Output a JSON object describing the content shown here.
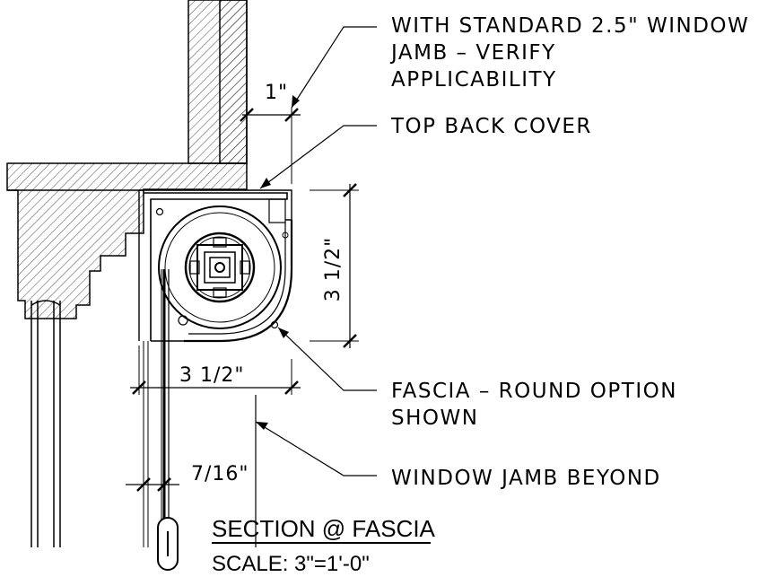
{
  "notes": {
    "window_jamb_line1": "WITH STANDARD 2.5\" WINDOW",
    "window_jamb_line2": "JAMB – VERIFY",
    "window_jamb_line3": "APPLICABILITY",
    "top_back_cover": "TOP BACK COVER",
    "fascia_line1": "FASCIA – ROUND OPTION",
    "fascia_line2": "SHOWN",
    "window_jamb_beyond": "WINDOW JAMB BEYOND"
  },
  "dimensions": {
    "jamb_offset": "1\"",
    "height": "3  1/2\"",
    "width": "3  1/2\"",
    "slat_gap": "7/16\""
  },
  "title": {
    "name": "SECTION @ FASCIA",
    "scale": "SCALE:  3\"=1'-0\""
  }
}
